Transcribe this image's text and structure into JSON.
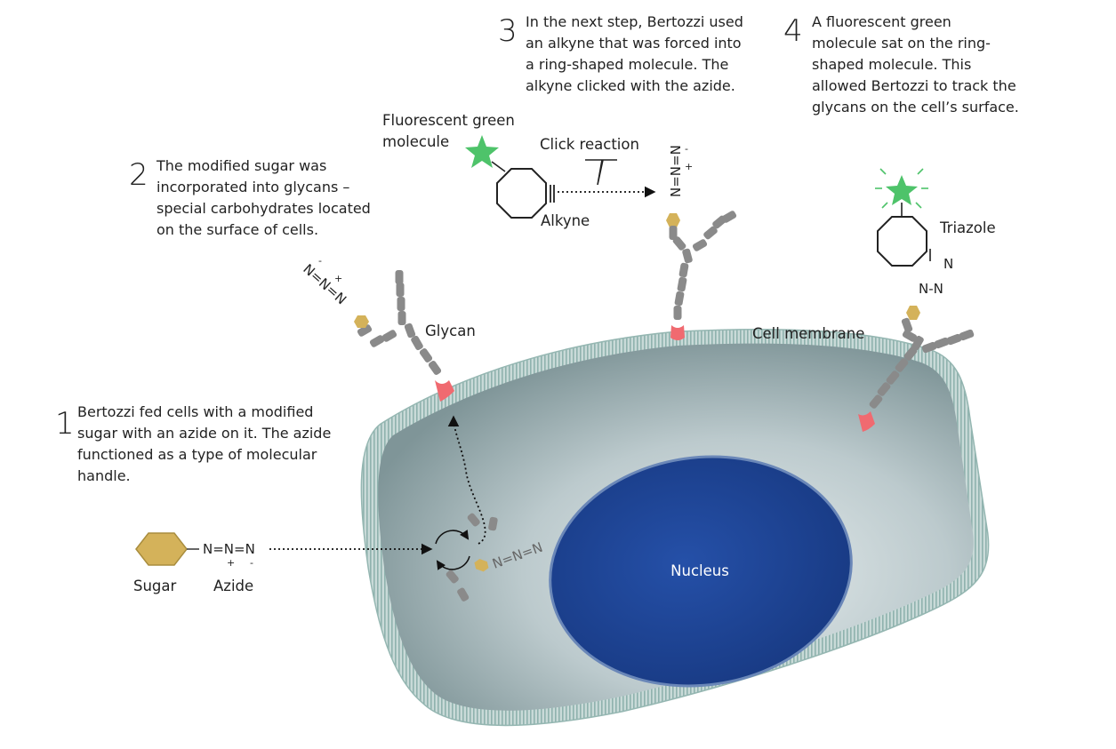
{
  "steps": [
    {
      "number": "1",
      "lines": [
        "Bertozzi fed cells with a modified",
        "sugar with an azide on it. The azide",
        "functioned as a type of molecular",
        "handle."
      ]
    },
    {
      "number": "2",
      "lines": [
        "The modified sugar was",
        "incorporated into glycans –",
        "special carbohydrates located",
        "on the surface of cells."
      ]
    },
    {
      "number": "3",
      "lines": [
        "In the next step, Bertozzi used",
        "an alkyne that was forced into",
        "a ring-shaped molecule. The",
        "alkyne clicked with the azide."
      ]
    },
    {
      "number": "4",
      "lines": [
        "A fluorescent green",
        "molecule sat on the ring-",
        "shaped molecule. This",
        "allowed Bertozzi to track the",
        "glycans on the cell’s surface."
      ]
    }
  ],
  "labels": {
    "sugar": "Sugar",
    "azide": "Azide",
    "glycan": "Glycan",
    "nucleus": "Nucleus",
    "cell_membrane": "Cell membrane",
    "fluorescent_line1": "Fluorescent green",
    "fluorescent_line2": "molecule",
    "click_reaction": "Click reaction",
    "alkyne": "Alkyne",
    "triazole": "Triazole"
  },
  "chemistry": {
    "azide_formula": "N=N=N",
    "plus": "+",
    "minus": "-",
    "triazole_n": "N",
    "triazole_nn": "N-N"
  },
  "colors": {
    "sugar": "#d4b25a",
    "glycan_unit": "#8a8a8a",
    "anchor": "#f06a70",
    "green_star": "#4ec36a",
    "nucleus": "#1c3e8e",
    "cell_body": "#9fb4b8",
    "membrane": "#b8cfcd"
  }
}
